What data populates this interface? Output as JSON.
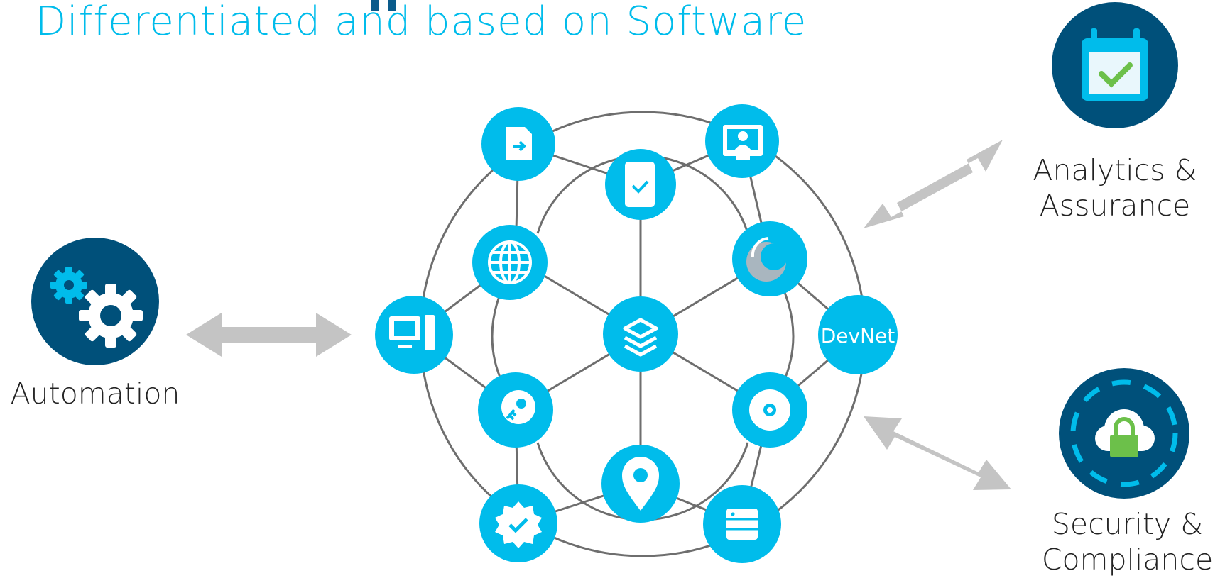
{
  "header": {
    "title": "Differentiated and based on Software"
  },
  "pillars": {
    "automation": {
      "label": "Automation",
      "icon": "gears-icon"
    },
    "analytics": {
      "label_line1": "Analytics &",
      "label_line2": "Assurance",
      "icon": "calendar-check-icon"
    },
    "security": {
      "label_line1": "Security &",
      "label_line2": "Compliance",
      "icon": "cloud-lock-icon"
    }
  },
  "network": {
    "hub_icon": "layers-icon",
    "devnet_label": "DevNet",
    "nodes": [
      "file-export-icon",
      "monitor-user-icon",
      "mobile-check-icon",
      "globe-icon",
      "webex-swirl-icon",
      "desktop-icon",
      "devnet-node",
      "key-icon",
      "disc-icon",
      "location-pin-icon",
      "verified-badge-icon",
      "server-icon"
    ]
  },
  "colors": {
    "title_accent": "#00bceb",
    "node_fill": "#00bceb",
    "pillar_fill": "#00507a",
    "check_green": "#6cc04a",
    "arrow_gray": "#c4c4c4",
    "line_gray": "#6e6e6e"
  }
}
